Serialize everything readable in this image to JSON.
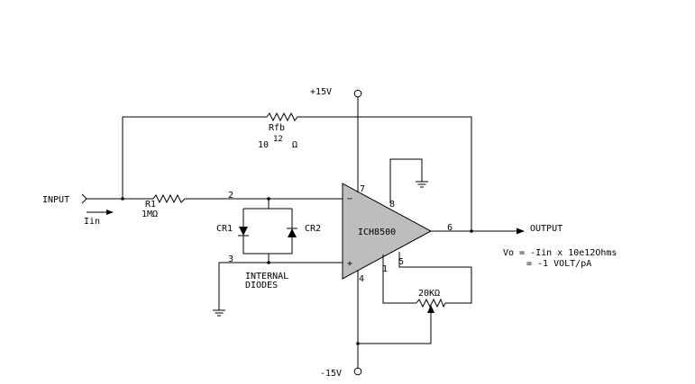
{
  "labels": {
    "input": "INPUT",
    "output": "OUTPUT",
    "iin": "Iin",
    "vplus": "+15V",
    "vminus": "-15V",
    "r1": "R1",
    "r1_value": "1MΩ",
    "rfb": "Rfb",
    "rfb_value_base": "10",
    "rfb_value_exp": "12",
    "rfb_value_unit": "Ω",
    "cr1": "CR1",
    "cr2": "CR2",
    "internal_diodes_line1": "INTERNAL",
    "internal_diodes_line2": "DIODES",
    "pot_value": "20KΩ",
    "opamp": "ICH8500"
  },
  "pins": {
    "p1": "1",
    "p2": "2",
    "p3": "3",
    "p4": "4",
    "p5": "5",
    "p6": "6",
    "p7": "7",
    "p8": "8",
    "minus": "−",
    "plus": "+"
  },
  "equation": {
    "line1": "Vo = -Iin x 10e12Ohms",
    "line2": "= -1 VOLT/pA"
  }
}
